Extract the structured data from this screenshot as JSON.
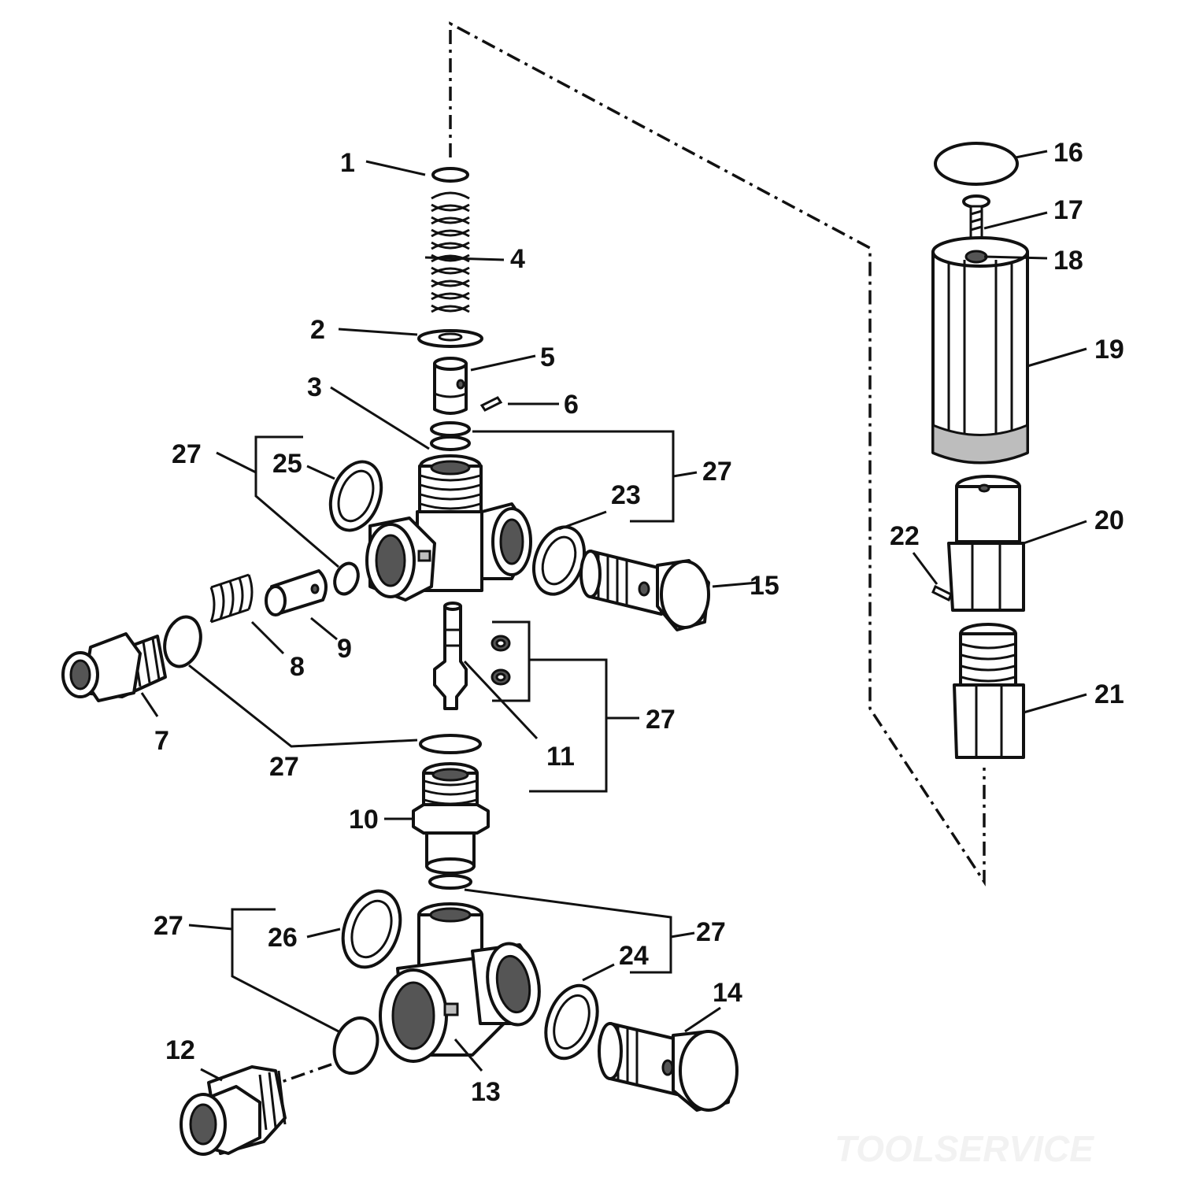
{
  "diagram": {
    "callouts": {
      "c1": "1",
      "c2": "2",
      "c3": "3",
      "c4": "4",
      "c5": "5",
      "c6": "6",
      "c7": "7",
      "c8": "8",
      "c9": "9",
      "c10": "10",
      "c11": "11",
      "c12": "12",
      "c13": "13",
      "c14": "14",
      "c15": "15",
      "c16": "16",
      "c17": "17",
      "c18": "18",
      "c19": "19",
      "c20": "20",
      "c21": "21",
      "c22": "22",
      "c23": "23",
      "c24": "24",
      "c25": "25",
      "c26": "26",
      "c27a": "27",
      "c27b": "27",
      "c27c": "27",
      "c27d": "27",
      "c27e": "27",
      "c27f": "27"
    },
    "watermark": "TOOLSERVICE"
  }
}
